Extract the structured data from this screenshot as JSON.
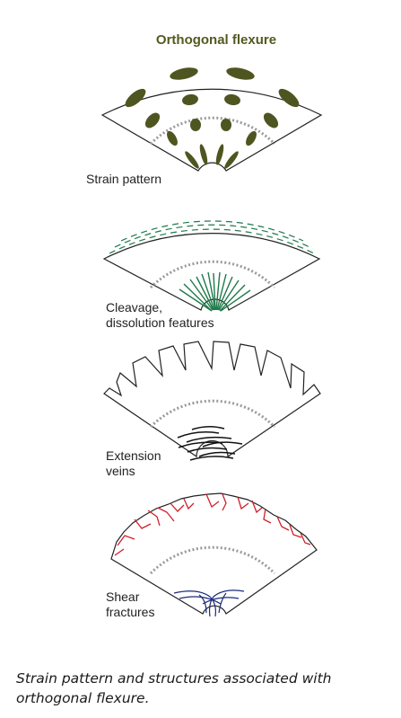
{
  "title": "Orthogonal flexure",
  "panels": [
    {
      "label_lines": [
        "Strain pattern"
      ]
    },
    {
      "label_lines": [
        "Cleavage,",
        "dissolution features"
      ]
    },
    {
      "label_lines": [
        "Extension",
        "veins"
      ]
    },
    {
      "label_lines": [
        "Shear",
        "fractures"
      ]
    }
  ],
  "caption_lines": [
    "Strain pattern and structures associated with",
    "orthogonal flexure."
  ],
  "colors": {
    "title": "#545a20",
    "strain_ellipse": "#4f5520",
    "cleavage": "#1f7a4a",
    "veins": "#111111",
    "shear_outer": "#d0202a",
    "shear_inner": "#1c2a7a",
    "neutral_surface": "#9a9a9a",
    "outline": "#222222"
  }
}
